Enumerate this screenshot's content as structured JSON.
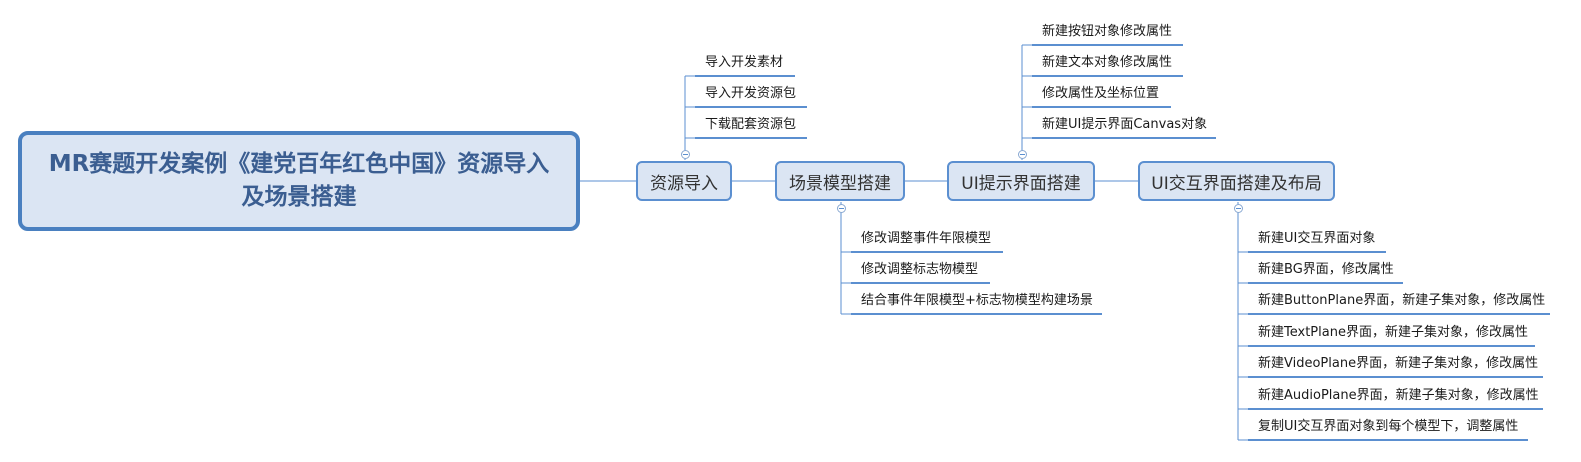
{
  "diagram": {
    "root": {
      "title": "MR赛题开发案例《建党百年红色中国》资源导入及场景搭建"
    },
    "branches": [
      {
        "label": "资源导入",
        "children": [
          "导入开发素材",
          "导入开发资源包",
          "下载配套资源包"
        ]
      },
      {
        "label": "场景模型搭建",
        "children": [
          "修改调整事件年限模型",
          "修改调整标志物模型",
          "结合事件年限模型+标志物模型构建场景"
        ]
      },
      {
        "label": "UI提示界面搭建",
        "children": [
          "新建按钮对象修改属性",
          "新建文本对象修改属性",
          "修改属性及坐标位置",
          "新建UI提示界面Canvas对象"
        ]
      },
      {
        "label": "UI交互界面搭建及布局",
        "children": [
          "新建UI交互界面对象",
          "新建BG界面，修改属性",
          "新建ButtonPlane界面，新建子集对象，修改属性",
          "新建TextPlane界面，新建子集对象，修改属性",
          "新建VideoPlane界面，新建子集对象，修改属性",
          "新建AudioPlane界面，新建子集对象，修改属性",
          "复制UI交互界面对象到每个模型下，调整属性"
        ]
      }
    ]
  },
  "colors": {
    "line": "#5b8fd0",
    "node_fill": "#dbe5f3",
    "root_border": "#4a80c0",
    "root_text": "#3b5e91"
  }
}
